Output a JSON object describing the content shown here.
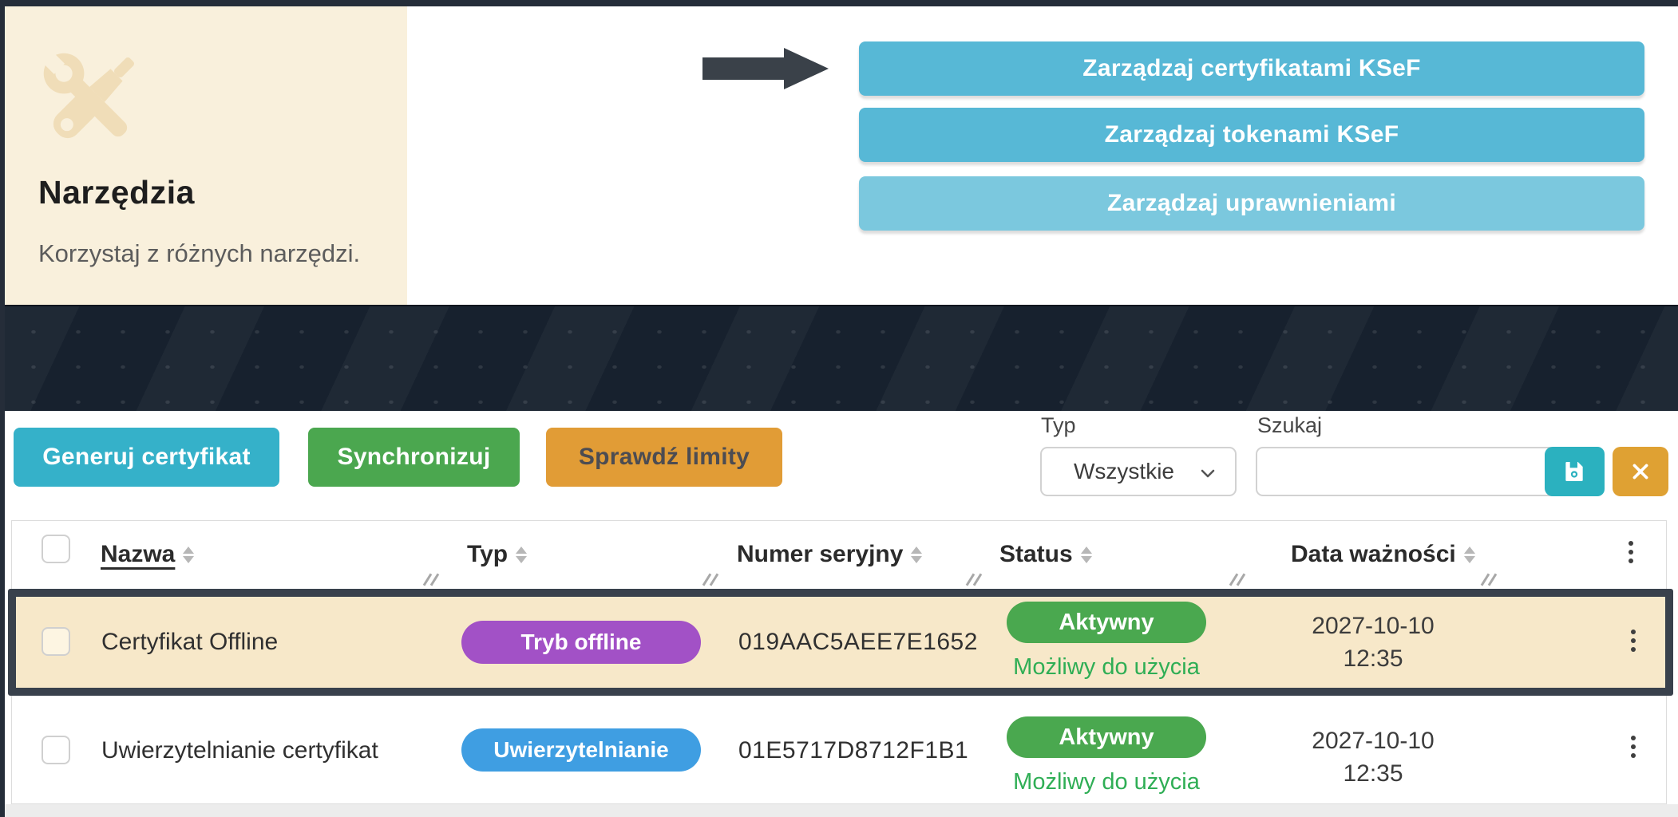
{
  "hero": {
    "tools_title": "Narzędzia",
    "tools_subtitle": "Korzystaj z różnych narzędzi.",
    "links": [
      {
        "label": "Zarządzaj certyfikatami KSeF"
      },
      {
        "label": "Zarządzaj tokenami KSeF"
      },
      {
        "label": "Zarządzaj uprawnieniami"
      }
    ]
  },
  "toolbar": {
    "generate_label": "Generuj certyfikat",
    "sync_label": "Synchronizuj",
    "limits_label": "Sprawdź limity"
  },
  "filters": {
    "type_label": "Typ",
    "type_value": "Wszystkie",
    "search_label": "Szukaj",
    "search_value": "",
    "clear_label": "x"
  },
  "table": {
    "headers": {
      "name": "Nazwa",
      "type": "Typ",
      "serial": "Numer seryjny",
      "status": "Status",
      "valid_until": "Data ważności"
    },
    "rows": [
      {
        "name": "Certyfikat Offline",
        "type_badge": "Tryb offline",
        "serial": "019AAC5AEE7E1652",
        "status": "Aktywny",
        "status_note": "Możliwy do użycia",
        "valid_date": "2027-10-10",
        "valid_time": "12:35"
      },
      {
        "name": "Uwierzytelnianie certyfikat",
        "type_badge": "Uwierzytelnianie",
        "serial": "01E5717D8712F1B1",
        "status": "Aktywny",
        "status_note": "Możliwy do użycia",
        "valid_date": "2027-10-10",
        "valid_time": "12:35"
      }
    ]
  },
  "icons": {
    "tools": "wrench-and-screwdriver",
    "arrow": "right-arrow",
    "search": "magnifier",
    "save": "floppy-disk",
    "clear": "x-cross",
    "sort": "up-down-triangles",
    "menu": "vertical-kebab"
  },
  "colors": {
    "accent_teal": "#35b1c9",
    "accent_green": "#4ba74f",
    "accent_orange": "#e19c36",
    "link_blue": "#57b8d6",
    "link_blue_light": "#7bc8de",
    "badge_purple": "#a251c6",
    "badge_blue": "#3f9ee2",
    "badge_green": "#4aa84f",
    "status_note_green": "#2fae55",
    "highlight_row_bg": "#f7e8c9",
    "highlight_border": "#39414c",
    "navy_band": "#17212e",
    "card_cream": "#f9f0dc"
  }
}
